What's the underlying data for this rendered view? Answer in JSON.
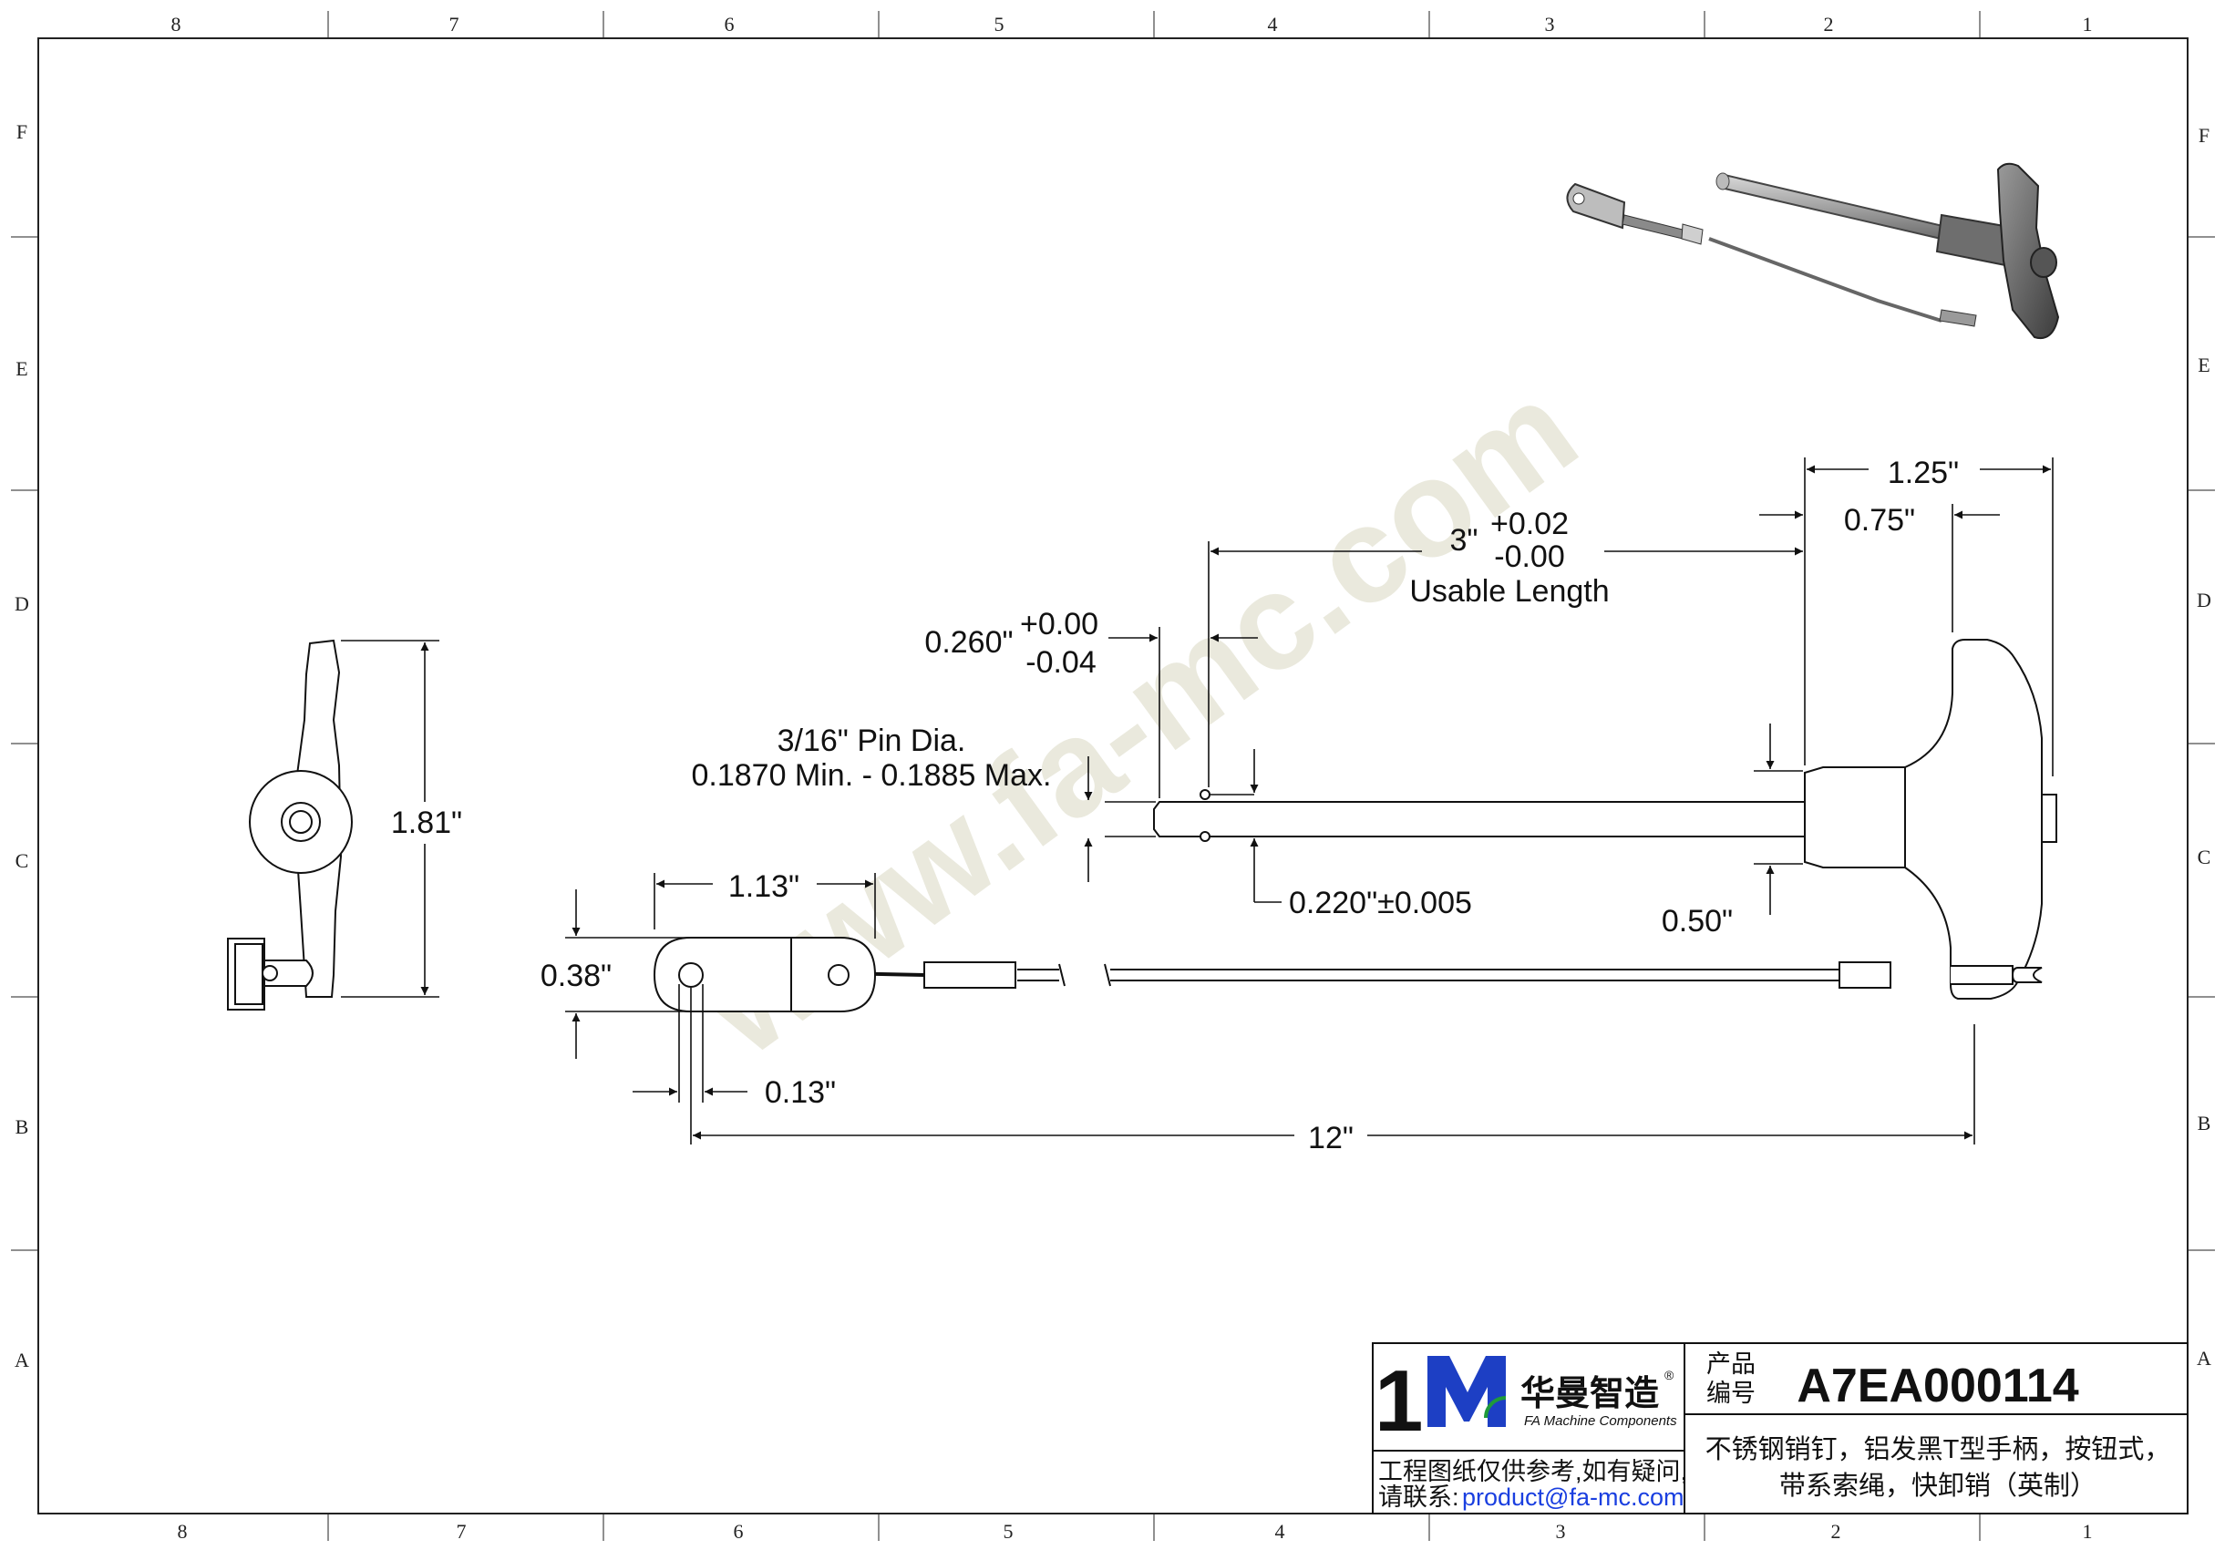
{
  "border": {
    "columns": [
      "8",
      "7",
      "6",
      "5",
      "4",
      "3",
      "2",
      "1"
    ],
    "rows": [
      "F",
      "E",
      "D",
      "C",
      "B",
      "A"
    ]
  },
  "watermark": "www.fa-mc.com",
  "dimensions": {
    "d_1_25": "1.25\"",
    "d_0_75": "0.75\"",
    "d_3_base": "3\"",
    "d_3_plus": "+0.02",
    "d_3_minus": "-0.00",
    "usable": "Usable Length",
    "d_260_base": "0.260\"",
    "d_260_plus": "+0.00",
    "d_260_minus": "-0.04",
    "pin_dia_1": "3/16\" Pin Dia.",
    "pin_dia_2": "0.1870 Min. - 0.1885 Max.",
    "d_220": "0.220\"±0.005",
    "d_0_50": "0.50\"",
    "d_1_81": "1.81\"",
    "d_1_13": "1.13\"",
    "d_0_38": "0.38\"",
    "d_0_13": "0.13\"",
    "d_12": "12\""
  },
  "title_block": {
    "logo_cn": "华曼智造",
    "logo_en": "FA Machine Components",
    "logo_mark": "1M",
    "registered": "®",
    "note_line1": "工程图纸仅供参考,如有疑问,",
    "note_line2_label": "请联系:",
    "email": "product@fa-mc.com",
    "code_label_1": "产品",
    "code_label_2": "编号",
    "product_code": "A7EA000114",
    "desc_line1": "不锈钢销钉，铝发黑T型手柄，按钮式，",
    "desc_line2": "带系索绳，快卸销（英制）"
  },
  "colors": {
    "logo_green": "#1f9a3a",
    "logo_blue": "#1d3fc4",
    "email_blue": "#1a3fe0"
  }
}
